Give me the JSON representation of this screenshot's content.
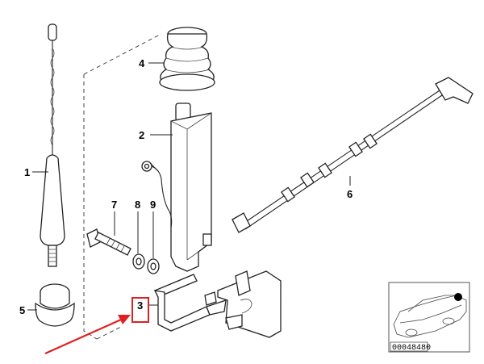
{
  "callouts": {
    "c1": "1",
    "c2": "2",
    "c3": "3",
    "c4": "4",
    "c5": "5",
    "c6": "6",
    "c7": "7",
    "c8": "8",
    "c9": "9"
  },
  "inset": {
    "ref_number": "00048480"
  },
  "colors": {
    "highlight": "#e02020",
    "ink": "#222222"
  }
}
